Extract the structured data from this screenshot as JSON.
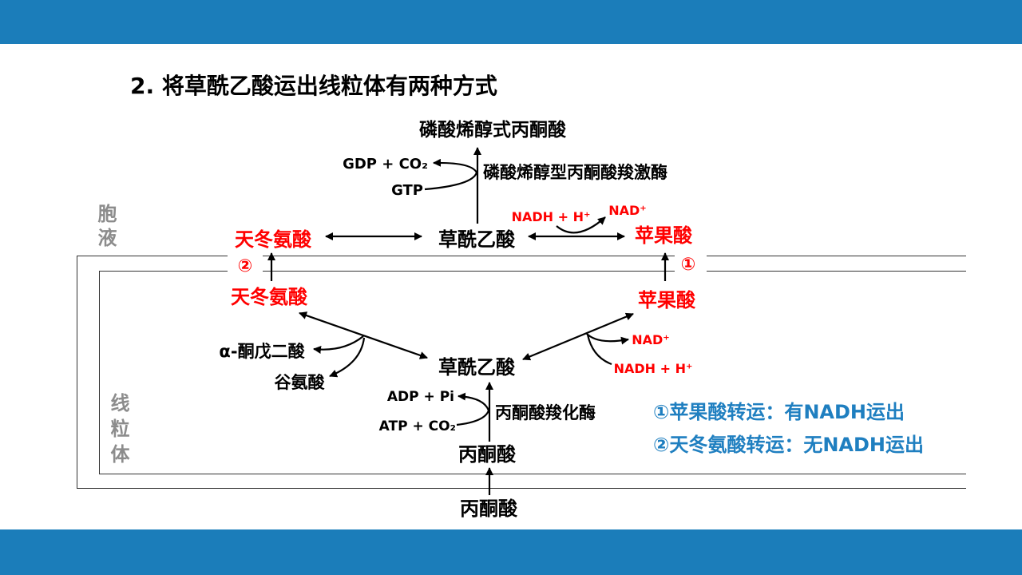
{
  "title": "2. 将草酰乙酸运出线粒体有两种方式",
  "compartments": {
    "cytosol": "胞液",
    "mitochondria": "线粒体"
  },
  "cytosol": {
    "pep": "磷酸烯醇式丙酮酸",
    "gdp_co2": "GDP + CO₂",
    "gtp": "GTP",
    "pepck": "磷酸烯醇型丙酮酸羧激酶",
    "aspartate": "天冬氨酸",
    "oxaloacetate": "草酰乙酸",
    "malate": "苹果酸",
    "nadh_h": "NADH + H⁺",
    "nad": "NAD⁺",
    "pyruvate": "丙酮酸"
  },
  "transport_marks": {
    "malate": "①",
    "aspartate": "②"
  },
  "mitochondria": {
    "aspartate": "天冬氨酸",
    "malate": "苹果酸",
    "alpha_kg": "α-酮戊二酸",
    "glutamate": "谷氨酸",
    "oxaloacetate": "草酰乙酸",
    "nad": "NAD⁺",
    "nadh_h": "NADH + H⁺",
    "adp_pi": "ADP + Pi",
    "atp_co2": "ATP + CO₂",
    "pyruvate_carboxylase": "丙酮酸羧化酶",
    "pyruvate": "丙酮酸"
  },
  "legend": [
    "①苹果酸转运：有NADH运出",
    "②天冬氨酸转运：无NADH运出"
  ],
  "colors": {
    "banner": "#1b7dba",
    "highlight": "#ff0000",
    "legend": "#1f7fc0",
    "compartment_label": "#8c8c8c",
    "ink": "#000000"
  }
}
